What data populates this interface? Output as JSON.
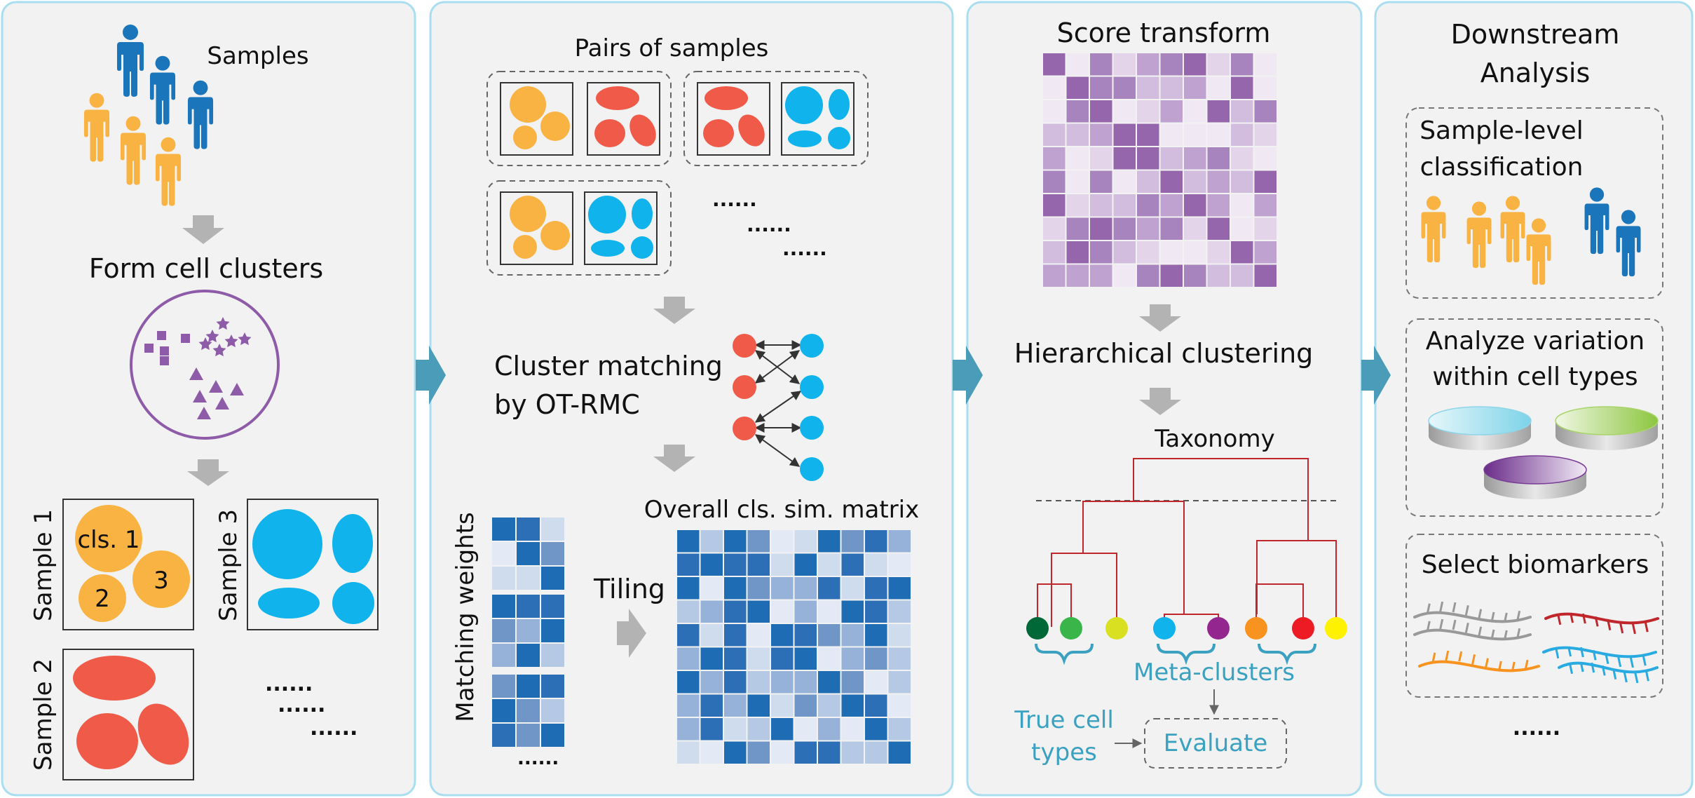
{
  "panel1": {
    "samples_label": "Samples",
    "form_clusters_label": "Form cell clusters",
    "sample1_label": "Sample 1",
    "sample2_label": "Sample 2",
    "sample3_label": "Sample 3",
    "cluster1_label": "cls. 1",
    "cluster2_label": "2",
    "cluster3_label": "3",
    "ellipsis": "......"
  },
  "panel2": {
    "pairs_label": "Pairs of samples",
    "ellipsis": "......",
    "cluster_matching_line1": "Cluster matching",
    "cluster_matching_line2": "by OT-RMC",
    "matching_weights_label": "Matching weights",
    "tiling_label": "Tiling",
    "overall_matrix_label": "Overall cls. sim. matrix"
  },
  "panel3": {
    "score_transform_label": "Score transform",
    "hierarchical_clustering_label": "Hierarchical  clustering",
    "taxonomy_label": "Taxonomy",
    "meta_clusters_label": "Meta-clusters",
    "true_cell_types_line1": "True cell",
    "true_cell_types_line2": "types",
    "evaluate_label": "Evaluate"
  },
  "panel4": {
    "title_line1": "Downstream",
    "title_line2": "Analysis",
    "classification_line1": "Sample-level",
    "classification_line2": "classification",
    "variation_line1": "Analyze variation",
    "variation_line2": "within cell types",
    "biomarkers_label": "Select biomarkers",
    "ellipsis": "......"
  },
  "colors": {
    "orange": "#F9B342",
    "red": "#EF5A49",
    "cyan": "#10B3EC",
    "blue_person": "#1B75BB",
    "purple": "#8E5BA8",
    "panel_bg": "#F2F2F2",
    "panel_border": "#A9DDF0",
    "arrow_teal": "#4A9CB8",
    "arrow_gray": "#B3B3B3",
    "dendro_red": "#C0272D",
    "label_teal": "#3BA1C0"
  },
  "leaf_colors": [
    "#006837",
    "#39B54A",
    "#D9E021",
    "#10B3EC",
    "#93278F",
    "#F7931E",
    "#ED1C24",
    "#FFF200"
  ]
}
